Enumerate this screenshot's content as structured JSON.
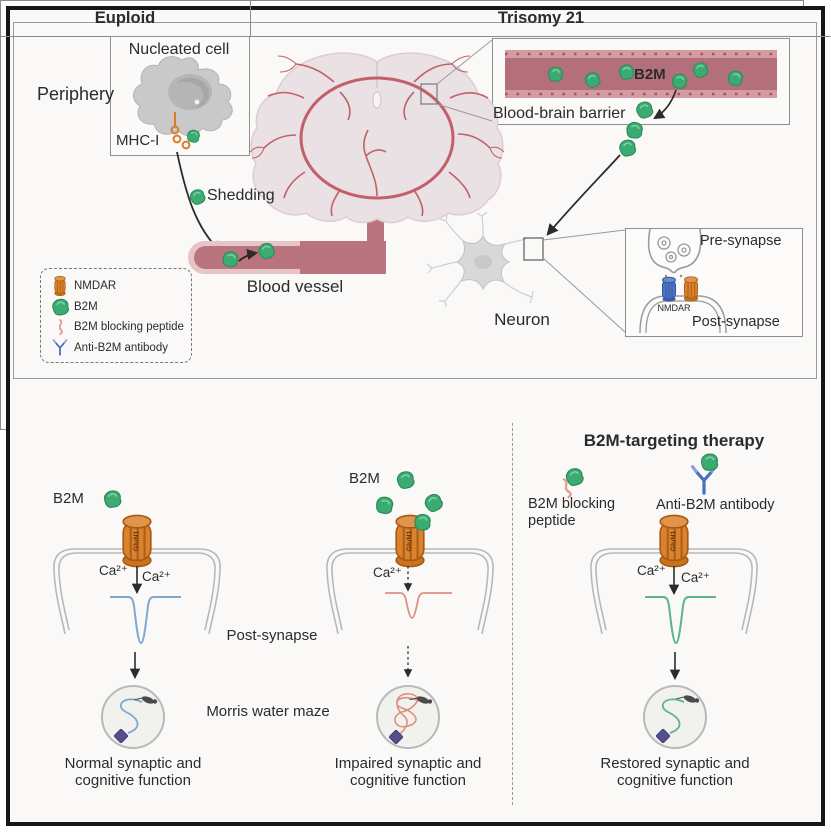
{
  "top": {
    "periphery": "Periphery",
    "nucleated_cell_title": "Nucleated cell",
    "mhc1": "MHC-I",
    "shedding": "Shedding",
    "blood_vessel": "Blood vessel",
    "bbb_b2m": "B2M",
    "blood_brain_barrier": "Blood-brain barrier",
    "neuron": "Neuron",
    "pre_synapse": "Pre-synapse",
    "nmdar": "NMDAR",
    "post_synapse": "Post-synapse"
  },
  "legend": {
    "items": [
      {
        "icon": "nmdar-channel-icon",
        "label": "NMDAR"
      },
      {
        "icon": "b2m-icon",
        "label": "B2M"
      },
      {
        "icon": "blocking-peptide-icon",
        "label": "B2M blocking peptide"
      },
      {
        "icon": "anti-b2m-antibody-icon",
        "label": "Anti-B2M antibody"
      }
    ]
  },
  "bottom": {
    "header_euploid": "Euploid",
    "header_trisomy": "Trisomy 21",
    "therapy_heading": "B2M-targeting therapy",
    "post_synapse": "Post-synapse",
    "morris": "Morris water maze",
    "columns": [
      {
        "id": "euploid",
        "b2m": "B2M",
        "ca_left": "Ca²⁺",
        "ca_right": "Ca²⁺",
        "channel": "GluN1",
        "caption": "Normal synaptic and cognitive function",
        "trace_color": "#7fa8d0",
        "maze_color": "#7fa8d0"
      },
      {
        "id": "trisomy21",
        "b2m": "B2M",
        "ca_left": "Ca²⁺",
        "channel": "GluN1",
        "caption": "Impaired synaptic and cognitive function",
        "trace_color": "#dd8f82",
        "maze_color": "#dd8f82"
      },
      {
        "id": "therapy",
        "peptide_label": "B2M blocking peptide",
        "antibody_label": "Anti-B2M antibody",
        "ca_left": "Ca²⁺",
        "ca_right": "Ca²⁺",
        "channel": "GluN1",
        "caption": "Restored synaptic and cognitive function",
        "trace_color": "#5cb48e",
        "maze_color": "#5cb48e"
      }
    ]
  },
  "colors": {
    "b2m_green": "#3bab72",
    "nmdar_orange": "#d9822f",
    "antibody_blue": "#4a6fbd",
    "peptide_pink": "#e59a92",
    "vessel_pink": "#b97480",
    "brain_fill": "#e9e1e3",
    "artery_red": "#c2606a",
    "euploid_trace": "#7fa8d0",
    "trisomy_trace": "#dd8f82",
    "therapy_trace": "#5cb48e",
    "platform_purple": "#564f8d"
  }
}
